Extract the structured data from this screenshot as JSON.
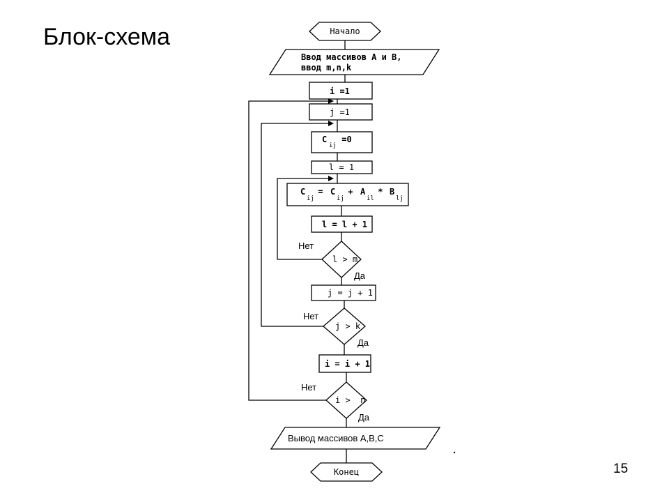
{
  "slide": {
    "title": "Блок-схема",
    "page_number": "15"
  },
  "flowchart": {
    "start": "Начало",
    "input_line1": "Ввод массивов А и В,",
    "input_line2": "ввод m,n,k",
    "i_init": "i =1",
    "j_init": "j =1",
    "c_init": {
      "c": "C",
      "sub": "ij",
      "rest": " =0"
    },
    "l_init": "l = 1",
    "accumulate": {
      "c1": "C",
      "s1": "ij",
      "eq": " = ",
      "c2": "C",
      "s2": "ij",
      "plus": " + ",
      "a": "A",
      "s3": "il",
      "mul": " * ",
      "b": "B",
      "s4": "lj"
    },
    "l_inc": "l = l + 1",
    "cond_l": "l > m",
    "j_inc": "j = j + 1",
    "cond_j": "j > k",
    "i_inc": "i = i + 1",
    "cond_i": "i >  n",
    "output": "Вывод массивов А,В,С",
    "end": "Конец",
    "label_no": "Нет",
    "label_yes": "Да"
  }
}
